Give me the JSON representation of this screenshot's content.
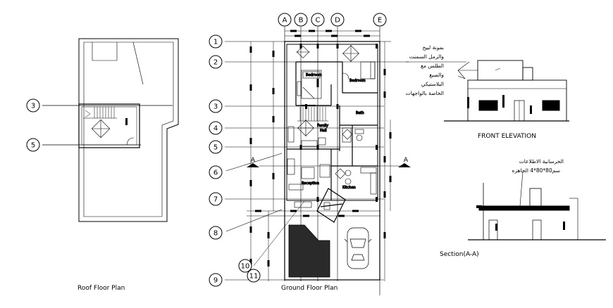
{
  "drawing": {
    "titles": {
      "roof": "Roof Floor Plan",
      "ground": "Ground Floor Plan",
      "front": "FRONT ELEVATION",
      "section": "Section(A-A)"
    },
    "roof_bubbles": [
      "3",
      "5"
    ],
    "row_bubbles": [
      "1",
      "2",
      "3",
      "4",
      "5",
      "6",
      "7",
      "8",
      "9",
      "10",
      "11"
    ],
    "col_bubbles": [
      "A",
      "B",
      "C",
      "D",
      "E"
    ],
    "section_marks": [
      "A",
      "A"
    ],
    "rooms": {
      "bedroom1": "Bedroom",
      "bedroom2": "Bedroom",
      "family": "Family",
      "hall": "Hall",
      "reception": "Reception",
      "kitchen": "Kitchen",
      "bath": "Bath"
    },
    "notes_ar": [
      "بمونة لبيخ",
      "والرمل السمنت",
      "الطلس مع",
      "والصبغ",
      "البلاستيكي",
      "الخاصة بالواجهات"
    ],
    "section_note": [
      "الخرسانية الاطلاعات",
      "سم80*80*4 الجاهزه"
    ]
  }
}
